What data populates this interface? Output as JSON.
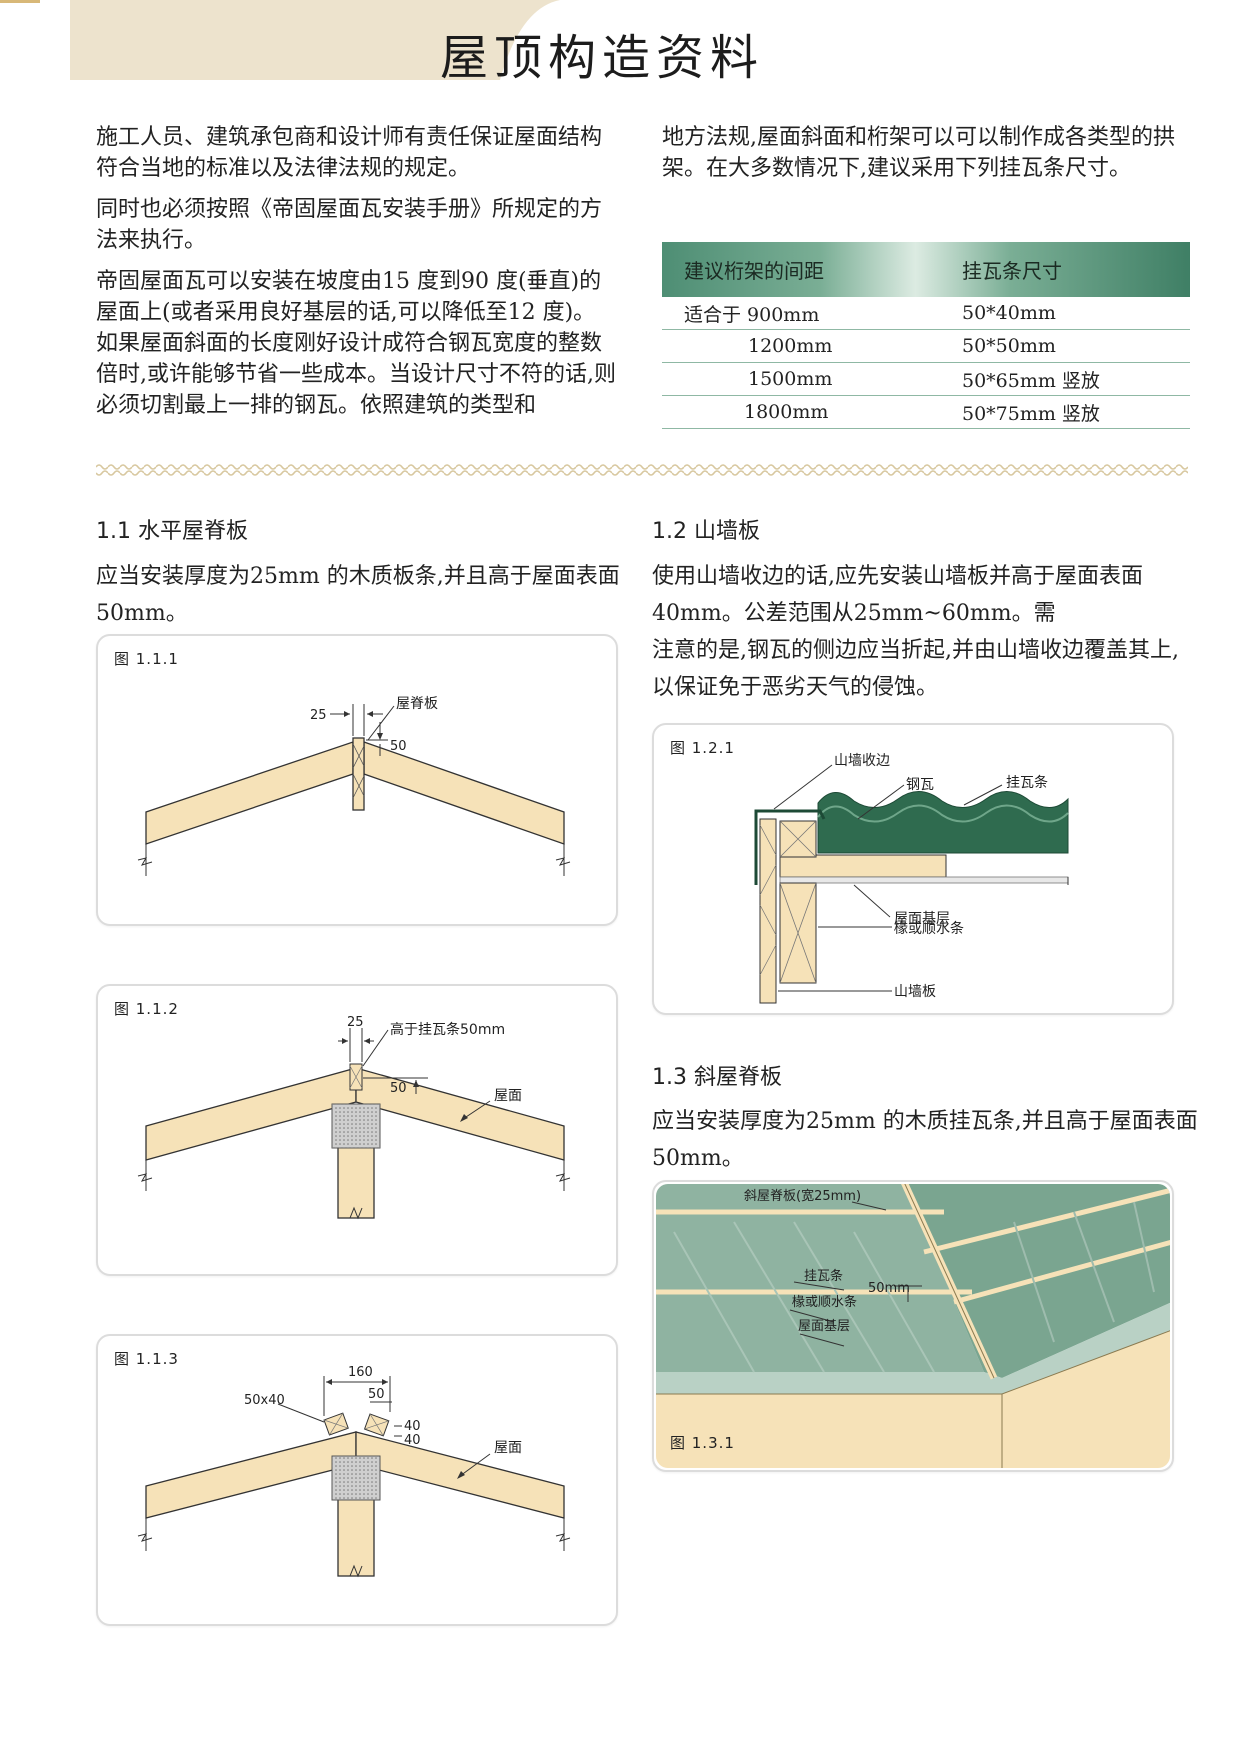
{
  "title": "屋顶构造资料",
  "intro": {
    "left": [
      "施工人员、建筑承包商和设计师有责任保证屋面结构符合当地的标准以及法律法规的规定。",
      "同时也必须按照《帝固屋面瓦安装手册》所规定的方法来执行。",
      "帝固屋面瓦可以安装在坡度由15 度到90 度(垂直)的屋面上(或者采用良好基层的话,可以降低至12 度)。如果屋面斜面的长度刚好设计成符合钢瓦宽度的整数倍时,或许能够节省一些成本。当设计尺寸不符的话,则必须切割最上一排的钢瓦。依照建筑的类型和"
    ],
    "right": "地方法规,屋面斜面和桁架可以可以制作成各类型的拱架。在大多数情况下,建议采用下列挂瓦条尺寸。"
  },
  "table": {
    "headers": [
      "建议桁架的间距",
      "挂瓦条尺寸"
    ],
    "rows": [
      [
        "适合于 900mm",
        "50*40mm"
      ],
      [
        "1200mm",
        "50*50mm"
      ],
      [
        "1500mm",
        "50*65mm 竖放"
      ],
      [
        "1800mm",
        "50*75mm 竖放"
      ]
    ]
  },
  "sections": {
    "s11": {
      "heading": "1.1 水平屋脊板",
      "body": "应当安装厚度为25mm 的木质板条,并且高于屋面表面50mm。"
    },
    "s12": {
      "heading": "1.2 山墙板",
      "body1": "使用山墙收边的话,应先安装山墙板并高于屋面表面40mm。公差范围从25mm~60mm。需",
      "body2": "注意的是,钢瓦的侧边应当折起,并由山墙收边覆盖其上,以保证免于恶劣天气的侵蚀。"
    },
    "s13": {
      "heading": "1.3 斜屋脊板",
      "body": "应当安装厚度为25mm 的木质挂瓦条,并且高于屋面表面50mm。"
    }
  },
  "figures": {
    "f111": {
      "label": "图 1.1.1",
      "dim_width": "25",
      "dim_height": "50",
      "part": "屋脊板"
    },
    "f112": {
      "label": "图 1.1.2",
      "dim_width": "25",
      "dim_height": "50",
      "note": "高于挂瓦条50mm",
      "part": "屋面"
    },
    "f113": {
      "label": "图 1.1.3",
      "dim_span": "160",
      "dim_gap": "50",
      "batten": "50x40",
      "dim_a": "40",
      "dim_b": "40",
      "part": "屋面"
    },
    "f121": {
      "label": "图 1.2.1",
      "l1": "山墙收边",
      "l2": "钢瓦",
      "l3": "挂瓦条",
      "l4": "屋面基层",
      "l5": "椽或顺水条",
      "l6": "山墙板"
    },
    "f131": {
      "label": "图 1.3.1",
      "l1": "斜屋脊板(宽25mm)",
      "l2": "挂瓦条",
      "l3": "50mm",
      "l4": "椽或顺水条",
      "l5": "屋面基层"
    }
  },
  "colors": {
    "wood": "#f6e2b8",
    "header_tab": "#ede3cd",
    "accent_green": "#3f7f65",
    "tile_green": "#2f6b4f"
  }
}
